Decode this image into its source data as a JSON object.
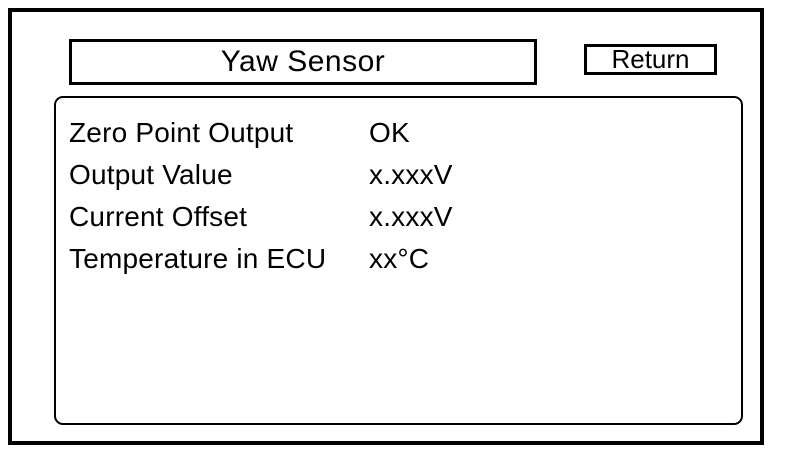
{
  "screen": {
    "title": "Yaw Sensor",
    "return_button_label": "Return",
    "rows": [
      {
        "label": "Zero Point Output",
        "value": "OK"
      },
      {
        "label": "Output Value",
        "value": "x.xxxV"
      },
      {
        "label": "Current Offset",
        "value": "x.xxxV"
      },
      {
        "label": "Temperature in ECU",
        "value": "xx°C"
      }
    ],
    "colors": {
      "foreground": "#000000",
      "background": "#ffffff"
    }
  }
}
